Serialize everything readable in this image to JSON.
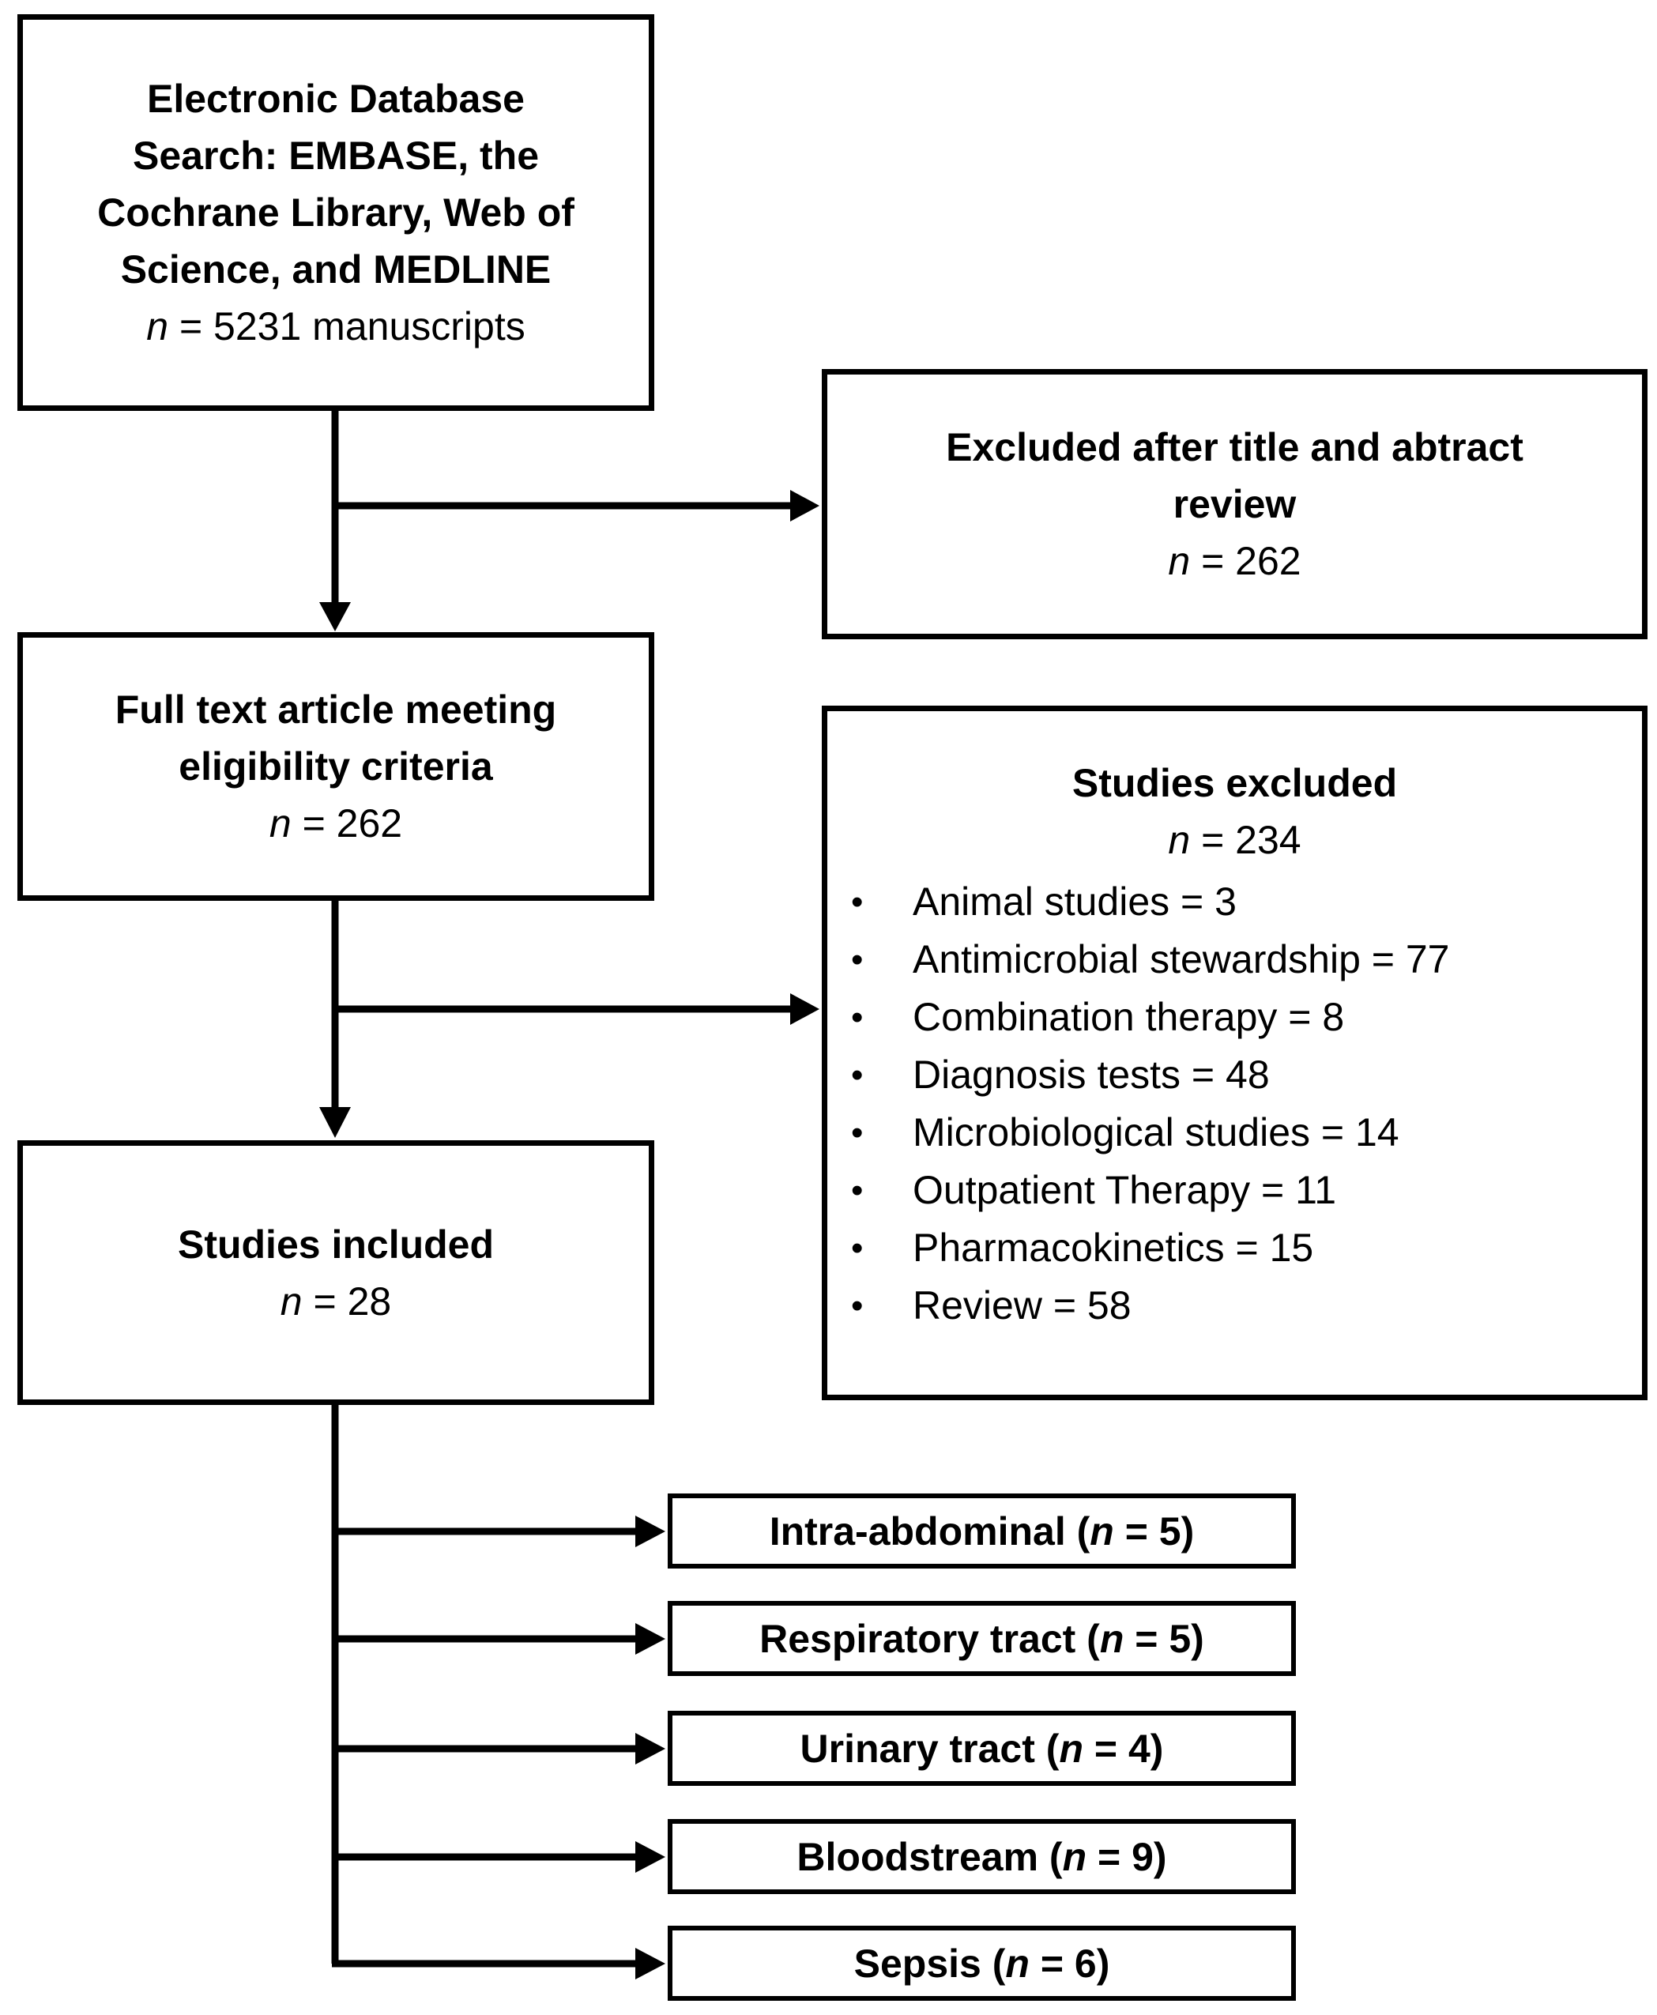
{
  "figure": {
    "background_color": "#ffffff",
    "line_color": "#000000",
    "text_color": "#000000"
  },
  "boxes": {
    "db_search": {
      "title_lines": [
        "Electronic Database",
        "Search: EMBASE, the",
        "Cochrane Library, Web of",
        "Science, and MEDLINE"
      ],
      "n_symbol": "n",
      "n_rest": " = 5231 manuscripts"
    },
    "excluded_review": {
      "title_lines": [
        "Excluded after title and abtract",
        "review"
      ],
      "n_symbol": "n",
      "n_rest": " = 262"
    },
    "full_text": {
      "title_lines": [
        "Full text article meeting",
        "eligibility criteria"
      ],
      "n_symbol": "n",
      "n_rest": " = 262"
    },
    "studies_excluded": {
      "title": "Studies excluded",
      "n_symbol": "n",
      "n_rest": " = 234",
      "bullet": "•",
      "items": [
        "Animal studies = 3",
        "Antimicrobial stewardship = 77",
        "Combination therapy = 8",
        "Diagnosis tests = 48",
        "Microbiological studies = 14",
        "Outpatient Therapy = 11",
        "Pharmacokinetics = 15",
        "Review = 58"
      ]
    },
    "studies_included": {
      "title": "Studies included",
      "n_symbol": "n",
      "n_rest": " = 28"
    },
    "outcomes": [
      {
        "pre": "Intra-abdominal (",
        "n": "n",
        "post": " = 5)"
      },
      {
        "pre": "Respiratory tract (",
        "n": "n",
        "post": " = 5)"
      },
      {
        "pre": "Urinary tract (",
        "n": "n",
        "post": " = 4)"
      },
      {
        "pre": "Bloodstream (",
        "n": "n",
        "post": " = 9)"
      },
      {
        "pre": "Sepsis (",
        "n": "n",
        "post": " = 6)"
      }
    ]
  }
}
